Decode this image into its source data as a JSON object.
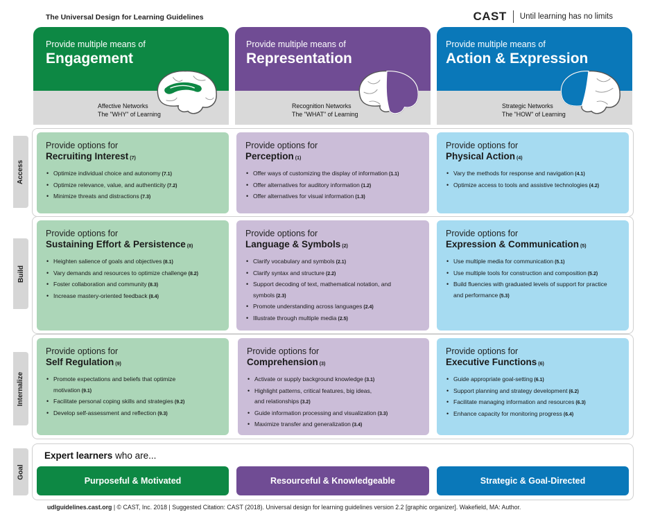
{
  "header": {
    "title": "The Universal Design for Learning Guidelines",
    "brand": "CAST",
    "tagline": "Until learning has no limits"
  },
  "colors": {
    "green": "#0d8844",
    "purple": "#704c94",
    "blue": "#0a78b9"
  },
  "columns": [
    {
      "pre": "Provide multiple means of",
      "title": "Engagement",
      "network": "Affective Networks",
      "why": "The \"WHY\" of Learning",
      "brain_icon": "brain-affective-icon"
    },
    {
      "pre": "Provide multiple means of",
      "title": "Representation",
      "network": "Recognition Networks",
      "why": "The \"WHAT\" of Learning",
      "brain_icon": "brain-recognition-icon"
    },
    {
      "pre": "Provide multiple means of",
      "title": "Action & Expression",
      "network": "Strategic Networks",
      "why": "The \"HOW\" of Learning",
      "brain_icon": "brain-strategic-icon"
    }
  ],
  "rows": [
    {
      "label": "Access"
    },
    {
      "label": "Build"
    },
    {
      "label": "Internalize"
    },
    {
      "label": "Goal"
    }
  ],
  "cells": {
    "access": [
      {
        "pre": "Provide options for",
        "title": "Recruiting Interest",
        "num": "(7)",
        "items": [
          {
            "text": "Optimize individual choice and autonomy",
            "num": "(7.1)"
          },
          {
            "text": "Optimize relevance, value, and authenticity",
            "num": "(7.2)"
          },
          {
            "text": "Minimize threats and distractions",
            "num": "(7.3)"
          }
        ]
      },
      {
        "pre": "Provide options for",
        "title": "Perception",
        "num": "(1)",
        "items": [
          {
            "text": "Offer ways of customizing the display of information",
            "num": "(1.1)"
          },
          {
            "text": "Offer alternatives for auditory information",
            "num": "(1.2)"
          },
          {
            "text": "Offer alternatives for visual information",
            "num": "(1.3)"
          }
        ]
      },
      {
        "pre": "Provide options for",
        "title": "Physical Action",
        "num": "(4)",
        "items": [
          {
            "text": "Vary the methods for response and navigation",
            "num": "(4.1)"
          },
          {
            "text": "Optimize access to tools and assistive technologies",
            "num": "(4.2)"
          }
        ]
      }
    ],
    "build": [
      {
        "pre": "Provide options for",
        "title": "Sustaining Effort & Persistence",
        "num": "(8)",
        "items": [
          {
            "text": "Heighten salience of goals and objectives",
            "num": "(8.1)"
          },
          {
            "text": "Vary demands and resources to optimize challenge",
            "num": "(8.2)"
          },
          {
            "text": "Foster collaboration and community",
            "num": "(8.3)"
          },
          {
            "text": "Increase mastery-oriented feedback",
            "num": "(8.4)"
          }
        ]
      },
      {
        "pre": "Provide options for",
        "title": "Language & Symbols",
        "num": "(2)",
        "items": [
          {
            "text": "Clarify vocabulary and symbols",
            "num": "(2.1)"
          },
          {
            "text": "Clarify syntax and structure",
            "num": "(2.2)"
          },
          {
            "text": "Support decoding of text, mathematical notation, and symbols",
            "num": "(2.3)"
          },
          {
            "text": "Promote understanding across languages",
            "num": "(2.4)"
          },
          {
            "text": "Illustrate through multiple media",
            "num": "(2.5)"
          }
        ]
      },
      {
        "pre": "Provide options for",
        "title": "Expression & Communication",
        "num": "(5)",
        "items": [
          {
            "text": "Use multiple media for communication",
            "num": "(5.1)"
          },
          {
            "text": "Use multiple tools for construction and composition",
            "num": "(5.2)"
          },
          {
            "text": "Build fluencies with graduated levels of support for practice and performance",
            "num": "(5.3)"
          }
        ]
      }
    ],
    "internalize": [
      {
        "pre": "Provide options for",
        "title": "Self Regulation",
        "num": "(9)",
        "items": [
          {
            "text": "Promote expectations and beliefs that optimize motivation",
            "num": "(9.1)"
          },
          {
            "text": "Facilitate personal coping skills and strategies",
            "num": "(9.2)"
          },
          {
            "text": "Develop self-assessment and reflection",
            "num": "(9.3)"
          }
        ]
      },
      {
        "pre": "Provide options for",
        "title": "Comprehension",
        "num": "(3)",
        "items": [
          {
            "text": "Activate or supply background knowledge",
            "num": "(3.1)"
          },
          {
            "text": "Highlight patterns, critical features, big ideas, and relationships",
            "num": "(3.2)"
          },
          {
            "text": "Guide information processing and visualization",
            "num": "(3.3)"
          },
          {
            "text": "Maximize transfer and generalization",
            "num": "(3.4)"
          }
        ]
      },
      {
        "pre": "Provide options for",
        "title": "Executive Functions",
        "num": "(6)",
        "items": [
          {
            "text": "Guide appropriate goal-setting",
            "num": "(6.1)"
          },
          {
            "text": "Support planning and strategy development",
            "num": "(6.2)"
          },
          {
            "text": "Facilitate managing information and resources",
            "num": "(6.3)"
          },
          {
            "text": "Enhance capacity for monitoring progress",
            "num": "(6.4)"
          }
        ]
      }
    ]
  },
  "goal": {
    "heading_bold": "Expert learners",
    "heading_rest": " who are...",
    "items": [
      "Purposeful & Motivated",
      "Resourceful & Knowledgeable",
      "Strategic & Goal-Directed"
    ]
  },
  "footer": {
    "site": "udlguidelines.cast.org",
    "rest": " | © CAST, Inc. 2018  |  Suggested Citation: CAST (2018). Universal design for learning guidelines version 2.2 [graphic organizer]. Wakefield, MA: Author."
  }
}
